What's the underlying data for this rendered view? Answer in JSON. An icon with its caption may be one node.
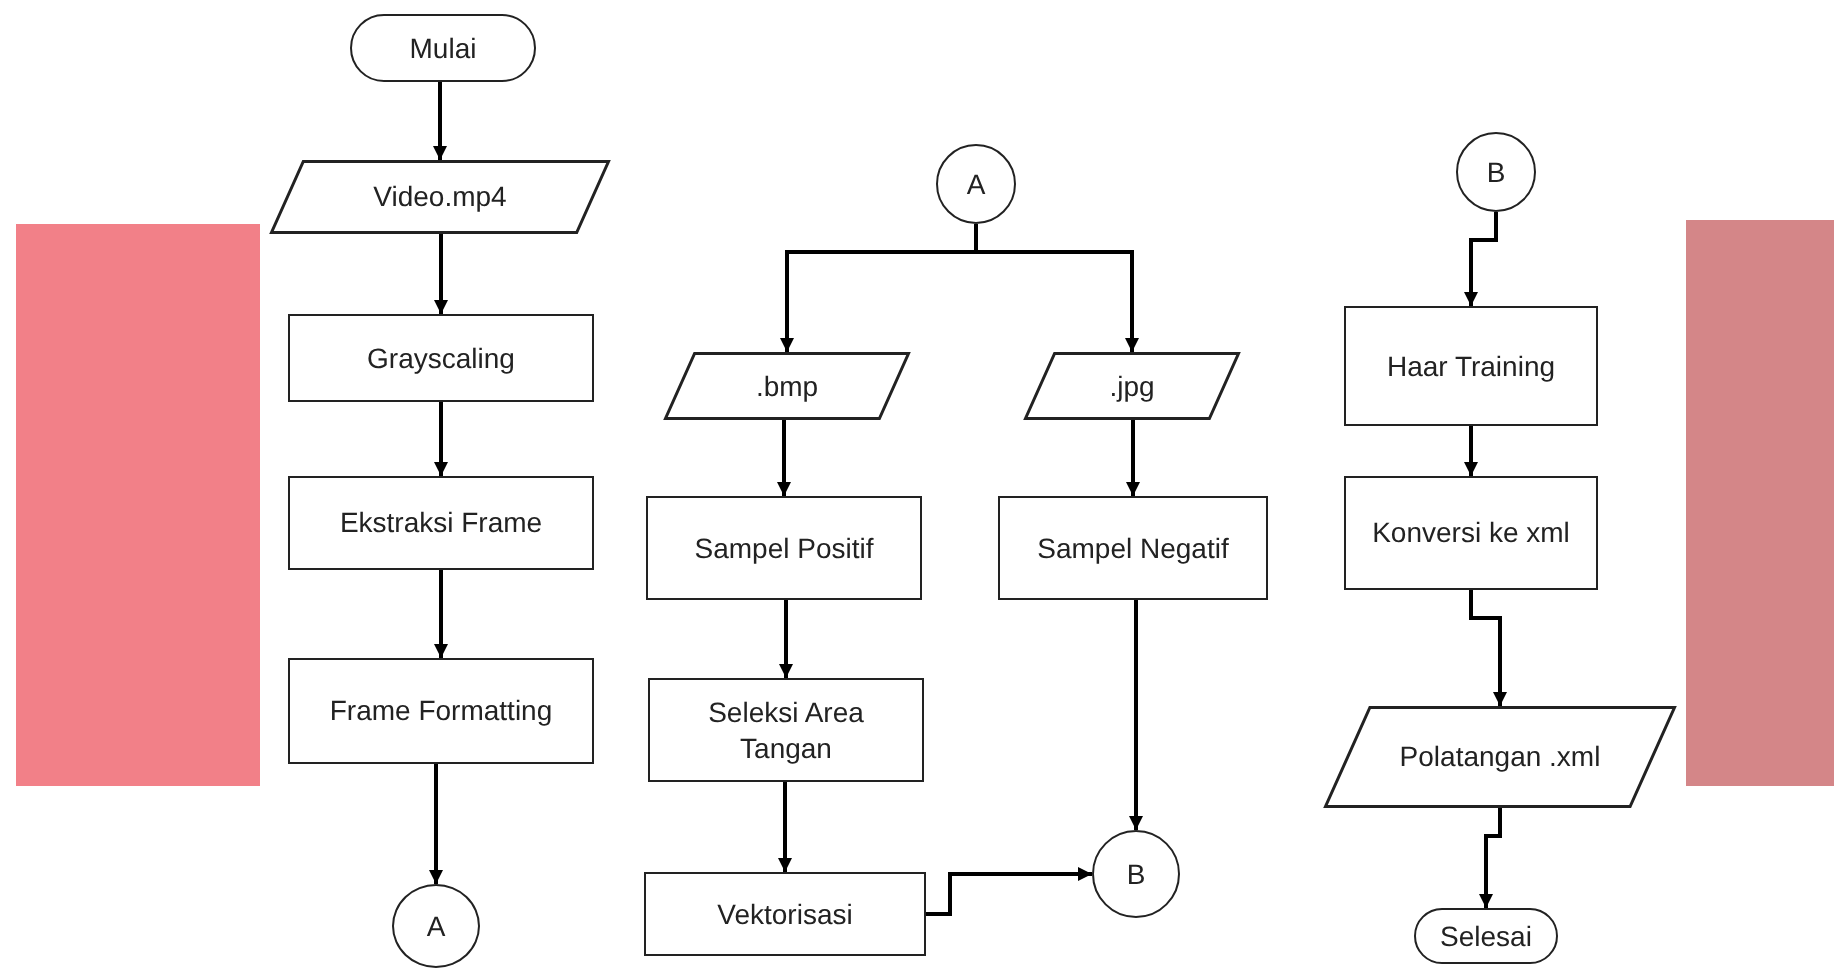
{
  "diagram": {
    "nodes": [
      {
        "text": [
          "Mulai"
        ]
      },
      {
        "text": [
          "Video.mp4"
        ]
      },
      {
        "text": [
          "Grayscaling"
        ]
      },
      {
        "text": [
          "Ekstraksi Frame"
        ]
      },
      {
        "text": [
          "Frame Formatting"
        ]
      },
      {
        "text": [
          "A"
        ]
      },
      {
        "text": [
          "A"
        ]
      },
      {
        "text": [
          ".bmp"
        ]
      },
      {
        "text": [
          ".jpg"
        ]
      },
      {
        "text": [
          "Sampel Positif"
        ]
      },
      {
        "text": [
          "Sampel Negatif"
        ]
      },
      {
        "text": [
          "Seleksi Area Tangan"
        ]
      },
      {
        "text": [
          "Vektorisasi"
        ]
      },
      {
        "text": [
          "B"
        ]
      },
      {
        "text": [
          "B"
        ]
      },
      {
        "text": [
          "Haar Training"
        ]
      },
      {
        "text": [
          "Konversi ke xml"
        ]
      },
      {
        "text": [
          "Polatangan .xml"
        ]
      },
      {
        "text": [
          "Selesai"
        ]
      }
    ],
    "edges": [
      {
        "from": 0,
        "to": 1,
        "arrow": "to"
      },
      {
        "from": 1,
        "to": 2,
        "arrow": "to"
      },
      {
        "from": 2,
        "to": 3,
        "arrow": "to"
      },
      {
        "from": 3,
        "to": 4,
        "arrow": "to"
      },
      {
        "from": 4,
        "to": 5,
        "arrow": "to"
      },
      {
        "from": 6,
        "to": 7,
        "arrow": "to"
      },
      {
        "from": 6,
        "to": 8,
        "arrow": "to"
      },
      {
        "from": 7,
        "to": 9,
        "arrow": "to"
      },
      {
        "from": 9,
        "to": 11,
        "arrow": "to"
      },
      {
        "from": 11,
        "to": 12,
        "arrow": "to"
      },
      {
        "from": 12,
        "to": 13,
        "arrow": "to"
      },
      {
        "from": 8,
        "to": 10,
        "arrow": "to"
      },
      {
        "from": 10,
        "to": 13,
        "arrow": "to"
      },
      {
        "from": 14,
        "to": 15,
        "arrow": "to"
      },
      {
        "from": 15,
        "to": 16,
        "arrow": "to"
      },
      {
        "from": 16,
        "to": 17,
        "arrow": "to"
      },
      {
        "from": 17,
        "to": 18,
        "arrow": "to"
      }
    ]
  }
}
